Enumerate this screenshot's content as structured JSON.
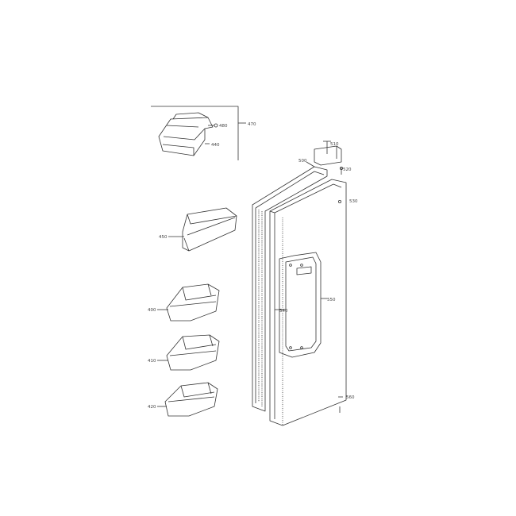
{
  "diagram": {
    "callouts": {
      "c_top_group": "470",
      "c_cover_a": "480",
      "c_cover_b": "440",
      "c_small_bin": "450",
      "c_bin_1": "400",
      "c_bin_2": "410",
      "c_bin_3": "420",
      "c_hinge_bolt": "510",
      "c_hinge_pin": "520",
      "c_gasket": "500",
      "c_door_top": "530",
      "c_handle": "540",
      "c_door_panel": "550",
      "c_door_bottom": "560"
    }
  }
}
